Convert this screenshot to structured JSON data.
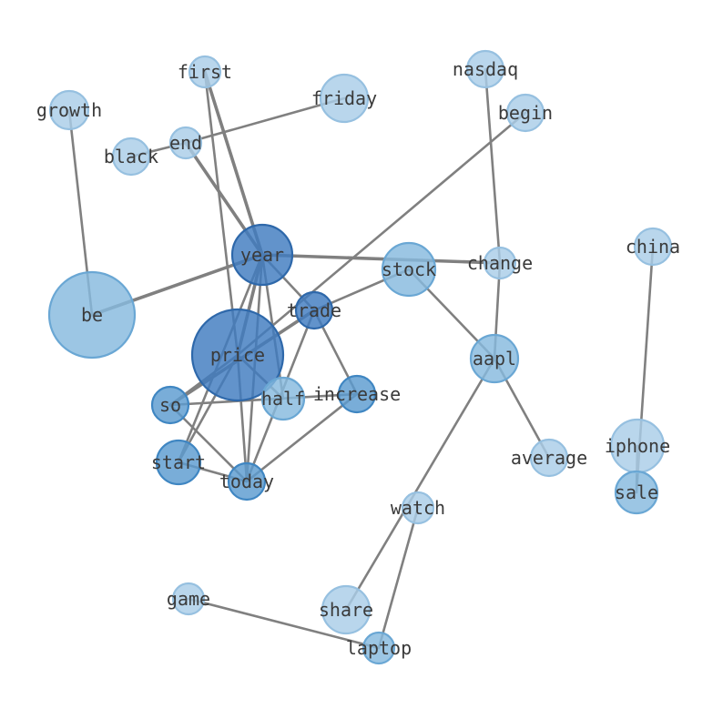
{
  "graph": {
    "colors": {
      "dark": {
        "fill": "#3f7bbf",
        "stroke": "#2e68aa"
      },
      "medium": {
        "fill": "#5b9bd0",
        "stroke": "#3f86c2"
      },
      "light": {
        "fill": "#86b9de",
        "stroke": "#6aa7d4"
      },
      "pale": {
        "fill": "#aacde8",
        "stroke": "#96c0e0"
      },
      "edge": "#808080"
    },
    "nodes": [
      {
        "id": "first",
        "label": "first",
        "tone": "pale"
      },
      {
        "id": "friday",
        "label": "friday",
        "tone": "pale"
      },
      {
        "id": "nasdaq",
        "label": "nasdaq",
        "tone": "pale"
      },
      {
        "id": "growth",
        "label": "growth",
        "tone": "pale"
      },
      {
        "id": "begin",
        "label": "begin",
        "tone": "pale"
      },
      {
        "id": "end",
        "label": "end",
        "tone": "pale"
      },
      {
        "id": "black",
        "label": "black",
        "tone": "pale"
      },
      {
        "id": "year",
        "label": "year",
        "tone": "dark"
      },
      {
        "id": "stock",
        "label": "stock",
        "tone": "light"
      },
      {
        "id": "change",
        "label": "change",
        "tone": "pale"
      },
      {
        "id": "china",
        "label": "china",
        "tone": "pale"
      },
      {
        "id": "be",
        "label": "be",
        "tone": "light"
      },
      {
        "id": "trade",
        "label": "trade",
        "tone": "dark"
      },
      {
        "id": "price",
        "label": "price",
        "tone": "dark"
      },
      {
        "id": "aapl",
        "label": "aapl",
        "tone": "light"
      },
      {
        "id": "so",
        "label": "so",
        "tone": "medium"
      },
      {
        "id": "half",
        "label": "half",
        "tone": "light"
      },
      {
        "id": "increase",
        "label": "increase",
        "tone": "medium"
      },
      {
        "id": "iphone",
        "label": "iphone",
        "tone": "pale"
      },
      {
        "id": "average",
        "label": "average",
        "tone": "pale"
      },
      {
        "id": "start",
        "label": "start",
        "tone": "medium"
      },
      {
        "id": "today",
        "label": "today",
        "tone": "medium"
      },
      {
        "id": "sale",
        "label": "sale",
        "tone": "light"
      },
      {
        "id": "watch",
        "label": "watch",
        "tone": "pale"
      },
      {
        "id": "game",
        "label": "game",
        "tone": "pale"
      },
      {
        "id": "share",
        "label": "share",
        "tone": "pale"
      },
      {
        "id": "laptop",
        "label": "laptop",
        "tone": "light"
      }
    ],
    "edges": [
      [
        "first",
        "year",
        true
      ],
      [
        "first",
        "price",
        false
      ],
      [
        "friday",
        "end",
        false
      ],
      [
        "end",
        "black",
        false
      ],
      [
        "end",
        "year",
        true
      ],
      [
        "growth",
        "be",
        false
      ],
      [
        "nasdaq",
        "change",
        false
      ],
      [
        "begin",
        "price",
        false
      ],
      [
        "year",
        "be",
        true
      ],
      [
        "year",
        "change",
        true
      ],
      [
        "year",
        "trade",
        false
      ],
      [
        "year",
        "price",
        true
      ],
      [
        "year",
        "start",
        false
      ],
      [
        "year",
        "today",
        false
      ],
      [
        "year",
        "half",
        false
      ],
      [
        "stock",
        "trade",
        false
      ],
      [
        "stock",
        "aapl",
        false
      ],
      [
        "change",
        "aapl",
        false
      ],
      [
        "trade",
        "so",
        true
      ],
      [
        "trade",
        "increase",
        false
      ],
      [
        "trade",
        "today",
        false
      ],
      [
        "price",
        "so",
        false
      ],
      [
        "price",
        "start",
        false
      ],
      [
        "price",
        "half",
        false
      ],
      [
        "price",
        "today",
        false
      ],
      [
        "so",
        "increase",
        false
      ],
      [
        "so",
        "today",
        false
      ],
      [
        "start",
        "today",
        false
      ],
      [
        "today",
        "increase",
        false
      ],
      [
        "aapl",
        "average",
        false
      ],
      [
        "aapl",
        "share",
        false
      ],
      [
        "china",
        "sale",
        false
      ],
      [
        "iphone",
        "sale",
        false
      ],
      [
        "watch",
        "laptop",
        false
      ],
      [
        "game",
        "laptop",
        false
      ]
    ]
  }
}
